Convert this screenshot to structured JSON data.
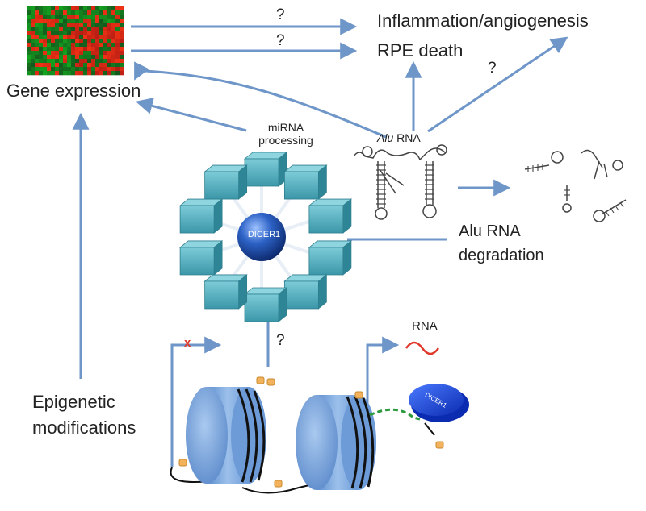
{
  "labels": {
    "gene_expression": "Gene expression",
    "inflammation": "Inflammation/angiogenesis",
    "rpe_death": "RPE death",
    "q1": "?",
    "q2": "?",
    "q3": "?",
    "q4": "?",
    "alu_italic": "Alu",
    "alu_rna_suffix": " RNA",
    "mirna_line1": "miRNA",
    "mirna_line2": "processing",
    "dicer1": "DICER1",
    "dicer1_small": "DICER1",
    "alu_degradation_line1": "Alu RNA",
    "alu_degradation_line2": "degradation",
    "rna": "RNA",
    "epigenetic_line1": "Epigenetic",
    "epigenetic_line2": "modifications",
    "x_mark": "x"
  },
  "colors": {
    "arrow": "#6f96c8",
    "cube": "#5ab3c4",
    "dicer_sphere": "#1f4fae",
    "histone": "#7aa6dc",
    "rna_wave": "#e0382a",
    "mark": "#f2b35c",
    "heat_red": "#c0392b",
    "heat_green": "#2e8b3a"
  }
}
